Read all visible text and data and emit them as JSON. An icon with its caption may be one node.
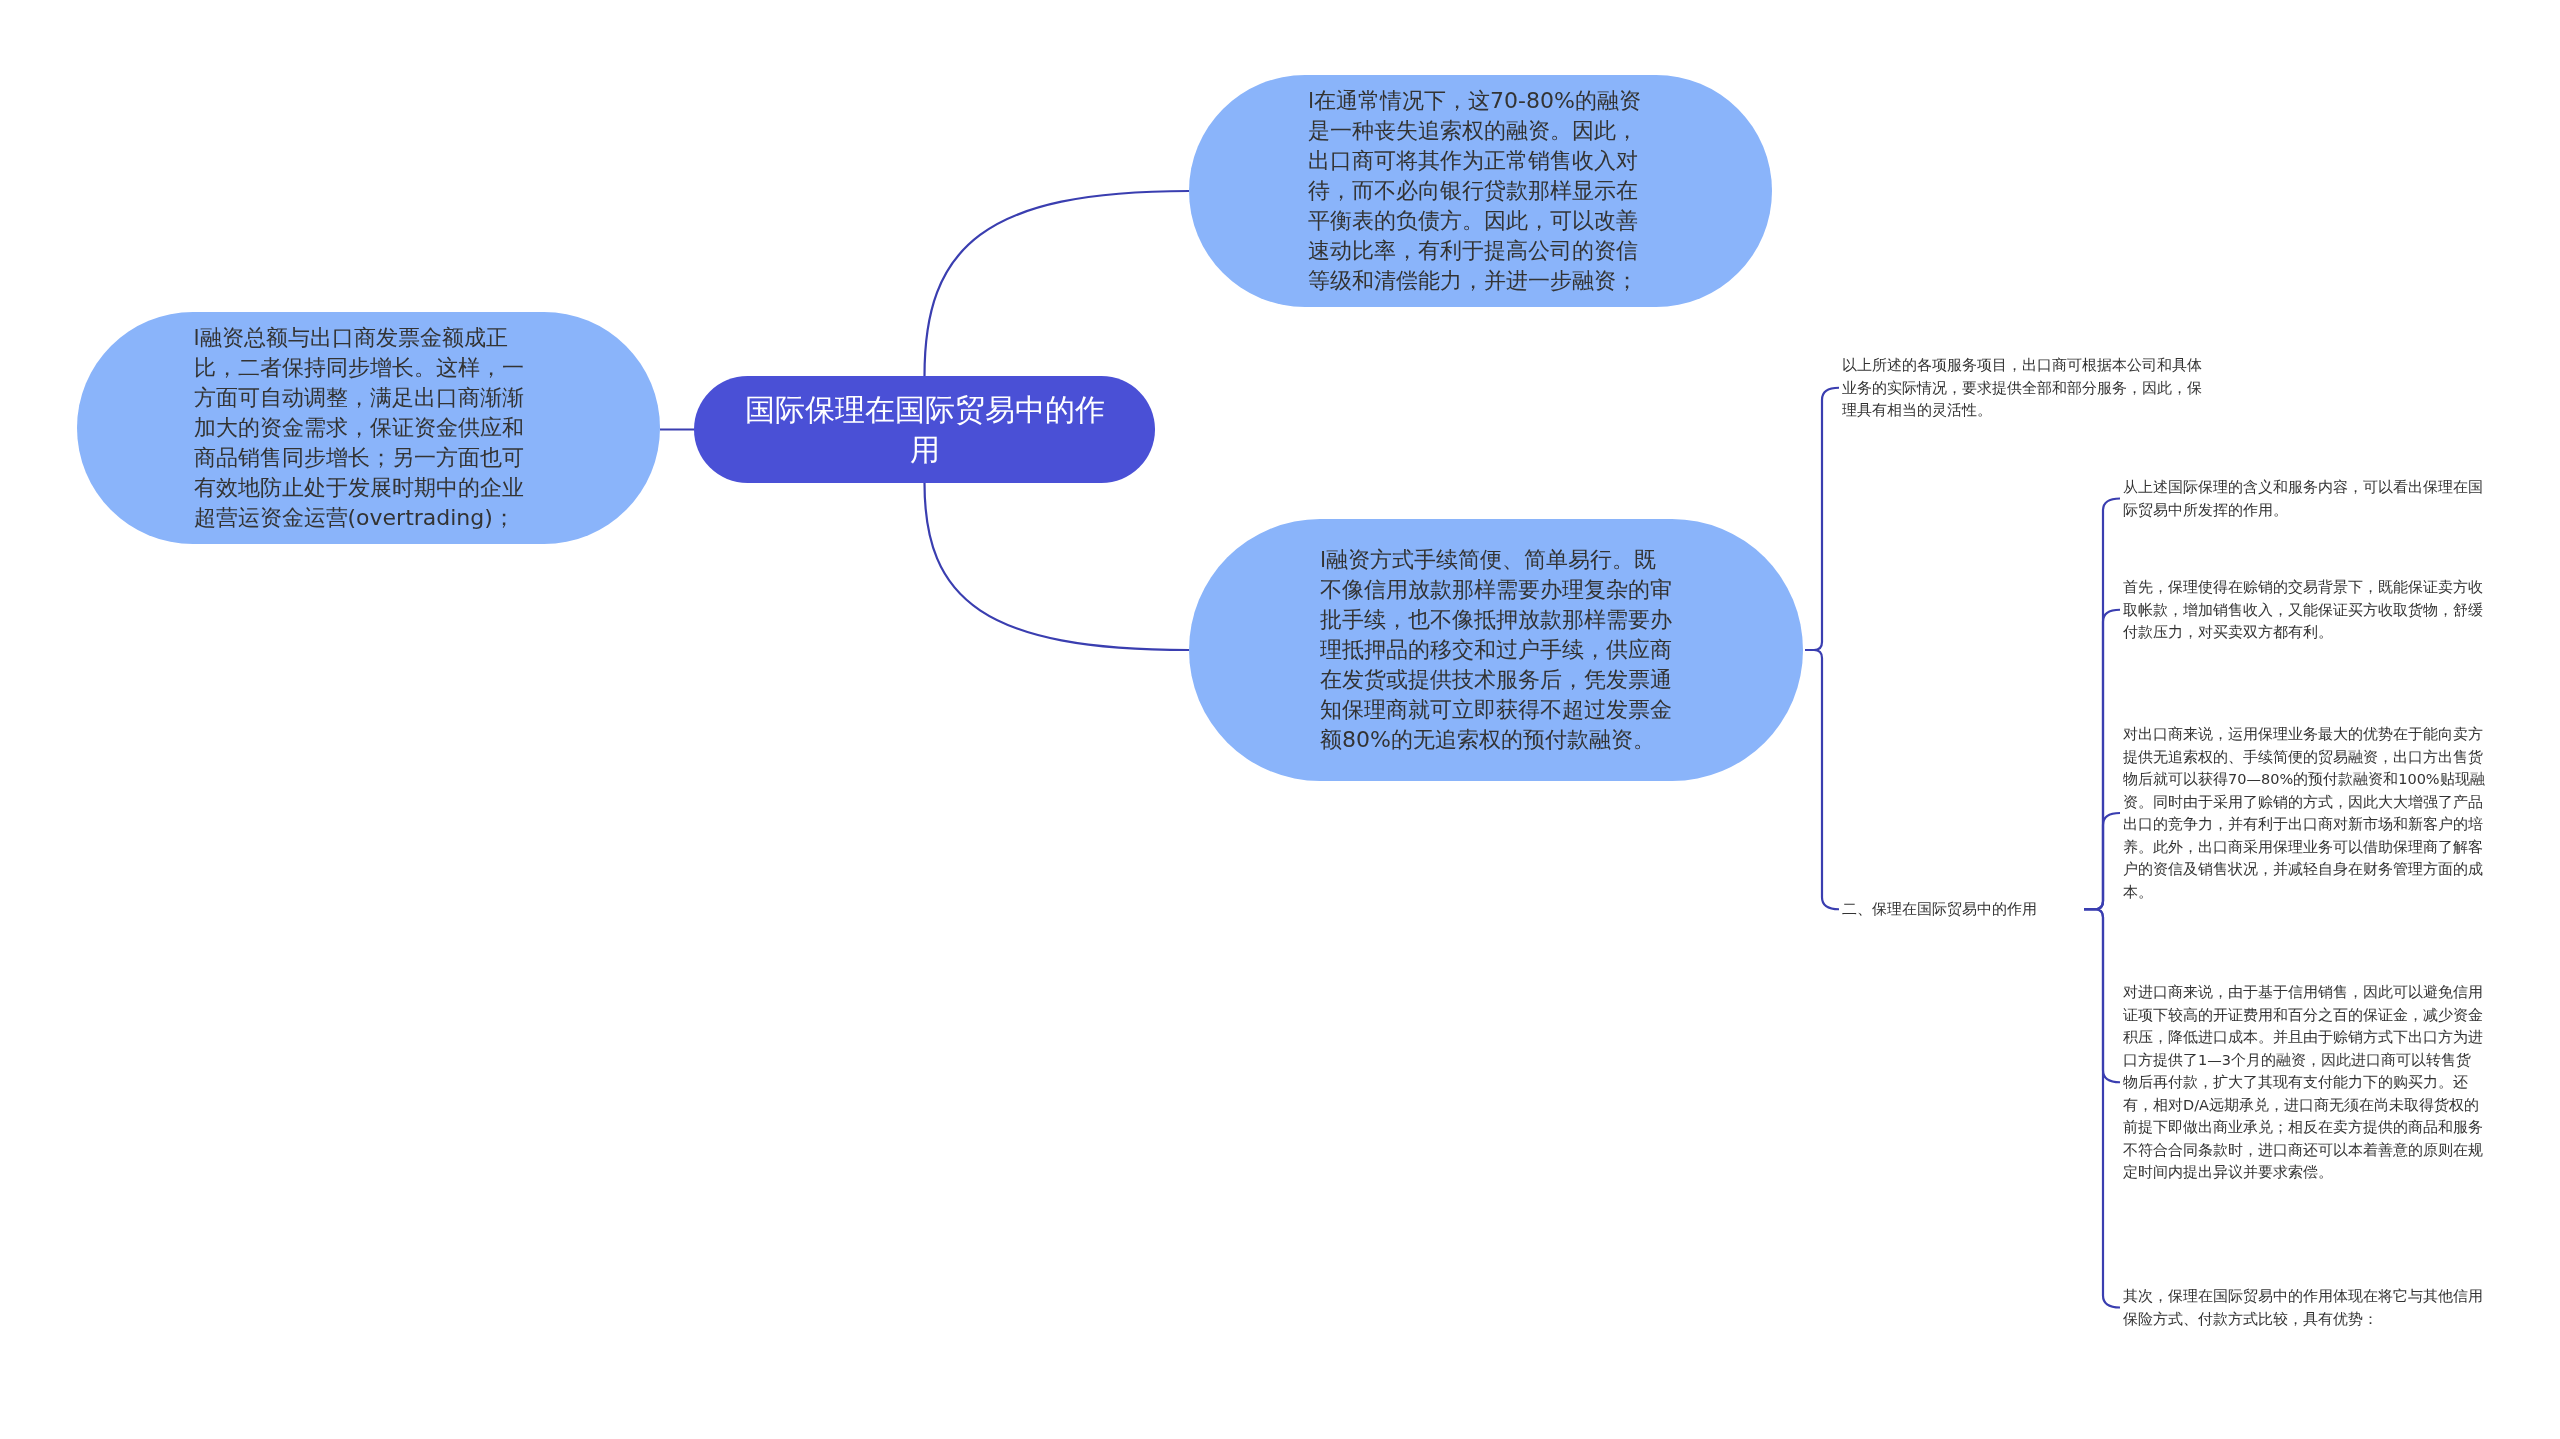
{
  "diagram": {
    "nodes": [
      {
        "text": [
          "国际保理在国际贸易中的作用"
        ]
      },
      {
        "text": [
          "l在通常情况下，这70-80%的融资是一种丧失追索权的融资。因此，出口商可将其作为正常销售收入对待，而不必向银行贷款那样显示在平衡表的负债方。因此，可以改善速动比率，有利于提高公司的资信等级和清偿能力，并进一步融资；"
        ]
      },
      {
        "text": [
          "l融资总额与出口商发票金额成正比，二者保持同步增长。这样，一方面可自动调整，满足出口商渐渐加大的资金需求，保证资金供应和商品销售同步增长；另一方面也可有效地防止处于发展时期中的企业超营运资金运营(overtrading)；"
        ]
      },
      {
        "text": [
          "l融资方式手续简便、简单易行。既不像信用放款那样需要办理复杂的审批手续，也不像抵押放款那样需要办理抵押品的移交和过户手续，供应商在发货或提供技术服务后，凭发票通知保理商就可立即获得不超过发票金额80%的无追索权的预付款融资。"
        ]
      },
      {
        "text": [
          "以上所述的各项服务项目，出口商可根据本公司和具体业务的实际情况，要求提供全部和部分服务，因此，保理具有相当的灵活性。"
        ]
      },
      {
        "text": [
          "二、保理在国际贸易中的作用"
        ]
      },
      {
        "text": [
          "从上述国际保理的含义和服务内容，可以看出保理在国际贸易中所发挥的作用。"
        ]
      },
      {
        "text": [
          "首先，保理使得在赊销的交易背景下，既能保证卖方收取帐款，增加销售收入，又能保证买方收取货物，舒缓付款压力，对买卖双方都有利。"
        ]
      },
      {
        "text": [
          "对出口商来说，运用保理业务最大的优势在于能向卖方提供无追索权的、手续简便的贸易融资，出口方出售货物后就可以获得70—80%的预付款融资和100%贴现融资。同时由于采用了赊销的方式，因此大大增强了产品出口的竞争力，并有利于出口商对新市场和新客户的培养。此外，出口商采用保理业务可以借助保理商了解客户的资信及销售状况，并减轻自身在财务管理方面的成本。"
        ]
      },
      {
        "text": [
          "对进口商来说，由于基于信用销售，因此可以避免信用证项下较高的开证费用和百分之百的保证金，减少资金积压，降低进口成本。并且由于赊销方式下出口方为进口方提供了1—3个月的融资，因此进口商可以转售货物后再付款，扩大了其现有支付能力下的购买力。还有，相对D/A远期承兑，进口商无须在尚未取得货权的前提下即做出商业承兑；相反在卖方提供的商品和服务不符合合同条款时，进口商还可以本着善意的原则在规定时间内提出异议并要求索偿。"
        ]
      },
      {
        "text": [
          "其次，保理在国际贸易中的作用体现在将它与其他信用保险方式、付款方式比较，具有优势："
        ]
      }
    ],
    "edges": [
      {
        "from": 0,
        "to": 1,
        "arrow": "none"
      },
      {
        "from": 0,
        "to": 2,
        "arrow": "none"
      },
      {
        "from": 0,
        "to": 3,
        "arrow": "none"
      },
      {
        "from": 3,
        "to": 4,
        "arrow": "none"
      },
      {
        "from": 3,
        "to": 5,
        "arrow": "none"
      },
      {
        "from": 5,
        "to": 6,
        "arrow": "none"
      },
      {
        "from": 5,
        "to": 7,
        "arrow": "none"
      },
      {
        "from": 5,
        "to": 8,
        "arrow": "none"
      },
      {
        "from": 5,
        "to": 9,
        "arrow": "none"
      },
      {
        "from": 5,
        "to": 10,
        "arrow": "none"
      }
    ]
  }
}
